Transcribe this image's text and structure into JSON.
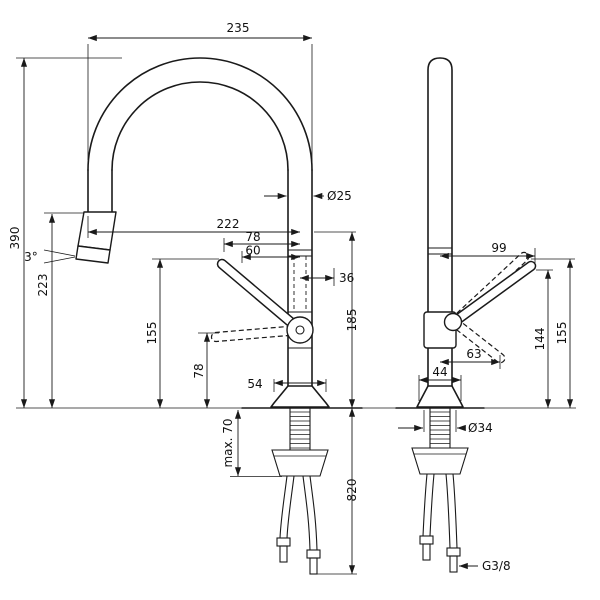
{
  "drawing": {
    "line_color": "#1a1a1a",
    "background": "#ffffff",
    "labels": {
      "d235": "235",
      "d390": "390",
      "d223": "223",
      "angle3": "3°",
      "d222": "222",
      "d78h": "78",
      "d60": "60",
      "dia25": "Ø25",
      "d36": "36",
      "d185": "185",
      "d155L": "155",
      "d78v": "78",
      "d54": "54",
      "max70": "max. 70",
      "d820": "820",
      "d99": "99",
      "d63": "63",
      "d144": "144",
      "d155R": "155",
      "d44": "44",
      "dia34": "Ø34",
      "g38": "G3/8"
    }
  }
}
